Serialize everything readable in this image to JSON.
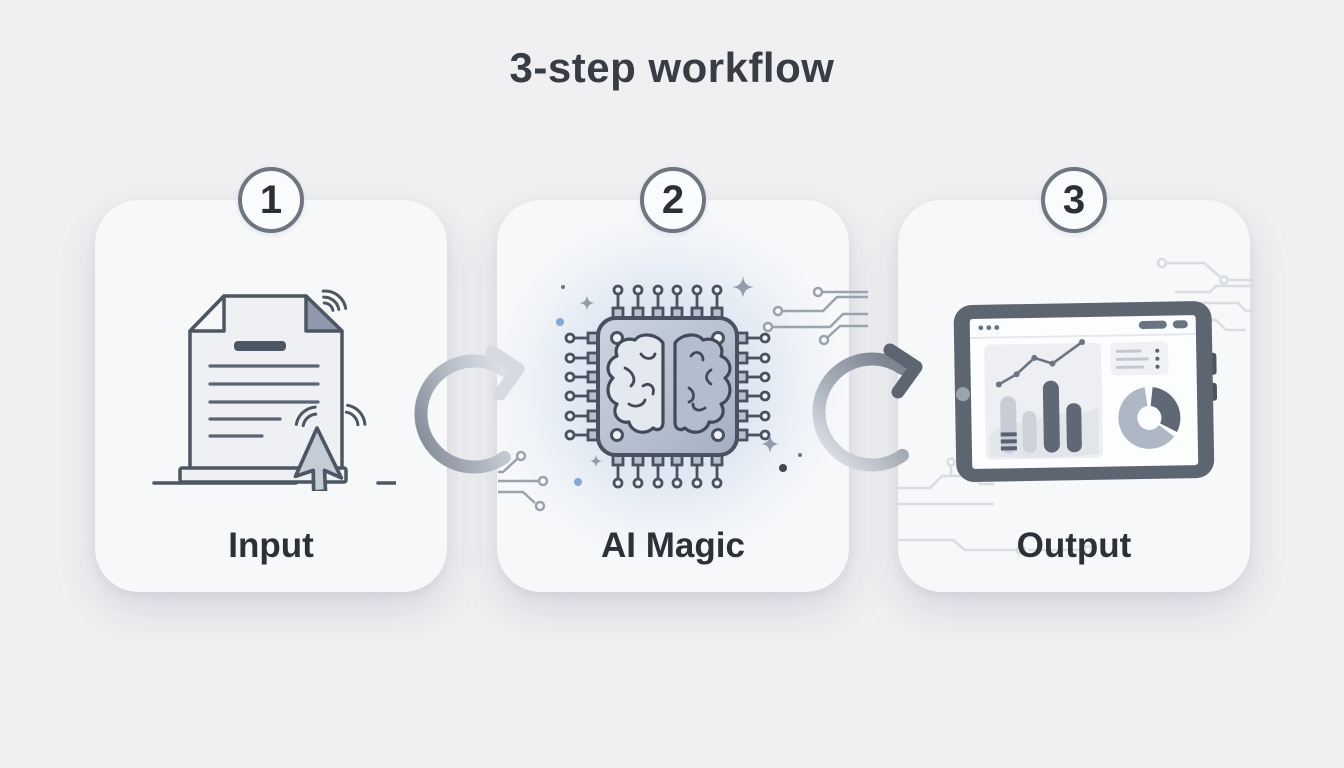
{
  "title": "3-step workflow",
  "steps": [
    {
      "number": "1",
      "label": "Input",
      "icon": "document-click-icon"
    },
    {
      "number": "2",
      "label": "AI Magic",
      "icon": "ai-chip-brain-icon"
    },
    {
      "number": "3",
      "label": "Output",
      "icon": "dashboard-tablet-icon"
    }
  ],
  "connectors": [
    {
      "name": "arrow-step1-to-step2",
      "direction": "right"
    },
    {
      "name": "arrow-step2-to-step3",
      "direction": "right"
    }
  ],
  "colors": {
    "background": "#f0f0f2",
    "card_background": "#f7f8fa",
    "badge_border": "#6e7681",
    "text_dark": "#2c3137",
    "icon_outline": "#4d5663",
    "chip_fill": "#b5bfce",
    "glow_blue": "#b6cce6",
    "accent_dot_blue": "#84a7d8",
    "arrow_gray": "#8a919d",
    "arrow_dark_head": "#5d6571",
    "trace_gray": "#9aa2ad",
    "trace_light": "#d9dce1",
    "tablet_bezel": "#5d6571"
  }
}
